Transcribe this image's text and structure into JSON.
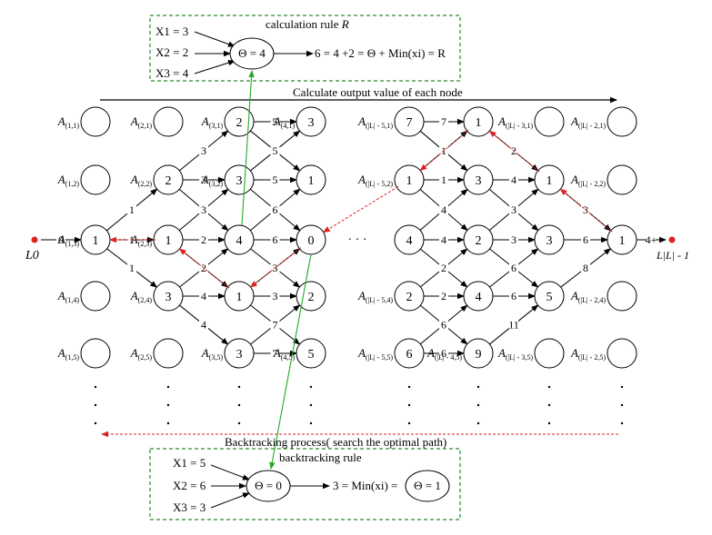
{
  "top_box": {
    "title": "calculation rule",
    "title_symbol": "R",
    "inputs": [
      "X1 = 3",
      "X2 = 2",
      "X3 = 4"
    ],
    "theta": "Θ = 4",
    "formula": "6 = 4 +2 = Θ + Min(xi) = R"
  },
  "bottom_box": {
    "title": "backtracking rule",
    "inputs": [
      "X1 = 5",
      "X2 = 6",
      "X3 = 3"
    ],
    "theta": "Θ = 0",
    "formula": "3 = Min(xi) =",
    "result": "Θ = 1"
  },
  "forward_label": "Calculate output value of each node",
  "backtrack_label": "Backtracking process( search the optimal path)",
  "start_label": "L0",
  "end_label": "L|L| - 1",
  "colors": {
    "box_border": "#2a8a2a",
    "green_arrow": "#22aa22",
    "red_path": "#dd2222",
    "node_stroke": "#000000"
  },
  "nodes": [
    {
      "id": "s11",
      "col": 1,
      "row": 1,
      "value": "",
      "label": "A(1,1)"
    },
    {
      "id": "s12",
      "col": 1,
      "row": 2,
      "value": "",
      "label": "A(1,2)"
    },
    {
      "id": "n13",
      "col": 1,
      "row": 3,
      "value": "1",
      "label": "A(1,3)"
    },
    {
      "id": "s14",
      "col": 1,
      "row": 4,
      "value": "",
      "label": "A(1,4)"
    },
    {
      "id": "s15",
      "col": 1,
      "row": 5,
      "value": "",
      "label": "A(1,5)"
    },
    {
      "id": "s21",
      "col": 2,
      "row": 1,
      "value": "",
      "label": "A(2,1)"
    },
    {
      "id": "n22",
      "col": 2,
      "row": 2,
      "value": "2",
      "label": "A(2,2)"
    },
    {
      "id": "n23",
      "col": 2,
      "row": 3,
      "value": "1",
      "label": "A(2,3)"
    },
    {
      "id": "n24",
      "col": 2,
      "row": 4,
      "value": "3",
      "label": "A(2,4)"
    },
    {
      "id": "s25",
      "col": 2,
      "row": 5,
      "value": "",
      "label": "A(2,5)"
    },
    {
      "id": "n31",
      "col": 3,
      "row": 1,
      "value": "2",
      "label": "A(3,1)"
    },
    {
      "id": "n32",
      "col": 3,
      "row": 2,
      "value": "3",
      "label": "A(3,2)"
    },
    {
      "id": "n33",
      "col": 3,
      "row": 3,
      "value": "4",
      "label": ""
    },
    {
      "id": "n34",
      "col": 3,
      "row": 4,
      "value": "1",
      "label": ""
    },
    {
      "id": "n35",
      "col": 3,
      "row": 5,
      "value": "3",
      "label": "A(3,5)"
    },
    {
      "id": "n41",
      "col": 4,
      "row": 1,
      "value": "3",
      "label": "A(4,1)"
    },
    {
      "id": "n42",
      "col": 4,
      "row": 2,
      "value": "1",
      "label": ""
    },
    {
      "id": "n43",
      "col": 4,
      "row": 3,
      "value": "0",
      "label": ""
    },
    {
      "id": "n44",
      "col": 4,
      "row": 4,
      "value": "2",
      "label": ""
    },
    {
      "id": "n45",
      "col": 4,
      "row": 5,
      "value": "5",
      "label": "A(4,5)"
    },
    {
      "id": "m51",
      "col": 5,
      "row": 1,
      "value": "7",
      "label": "A(|L| - 5,1)"
    },
    {
      "id": "m52",
      "col": 5,
      "row": 2,
      "value": "1",
      "label": "A(|L| - 5,2)"
    },
    {
      "id": "m53",
      "col": 5,
      "row": 3,
      "value": "4",
      "label": ""
    },
    {
      "id": "m54",
      "col": 5,
      "row": 4,
      "value": "2",
      "label": "A(|L| - 5,4)"
    },
    {
      "id": "m55",
      "col": 5,
      "row": 5,
      "value": "6",
      "label": "A(|L| - 5,5)"
    },
    {
      "id": "m41",
      "col": 6,
      "row": 1,
      "value": "1",
      "label": ""
    },
    {
      "id": "m42",
      "col": 6,
      "row": 2,
      "value": "3",
      "label": ""
    },
    {
      "id": "m43",
      "col": 6,
      "row": 3,
      "value": "2",
      "label": ""
    },
    {
      "id": "m44",
      "col": 6,
      "row": 4,
      "value": "4",
      "label": ""
    },
    {
      "id": "m45",
      "col": 6,
      "row": 5,
      "value": "9",
      "label": "A(|L| - 4,5)"
    },
    {
      "id": "s31",
      "col": 7,
      "row": 1,
      "value": "",
      "label": "A(|L| - 3,1)"
    },
    {
      "id": "m32",
      "col": 7,
      "row": 2,
      "value": "1",
      "label": ""
    },
    {
      "id": "m33",
      "col": 7,
      "row": 3,
      "value": "3",
      "label": ""
    },
    {
      "id": "m34",
      "col": 7,
      "row": 4,
      "value": "5",
      "label": ""
    },
    {
      "id": "s35",
      "col": 7,
      "row": 5,
      "value": "",
      "label": "A(|L| - 3,5)"
    },
    {
      "id": "s21b",
      "col": 8,
      "row": 1,
      "value": "",
      "label": "A(|L| - 2,1)"
    },
    {
      "id": "s22b",
      "col": 8,
      "row": 2,
      "value": "",
      "label": "A(|L| - 2,2)"
    },
    {
      "id": "m23",
      "col": 8,
      "row": 3,
      "value": "1",
      "label": ""
    },
    {
      "id": "s24b",
      "col": 8,
      "row": 4,
      "value": "",
      "label": "A(|L| - 2,4)"
    },
    {
      "id": "s25b",
      "col": 8,
      "row": 5,
      "value": "",
      "label": "A(|L| - 2,5)"
    }
  ],
  "edges": [
    {
      "from": "START",
      "to": "n13",
      "w": "0"
    },
    {
      "from": "n13",
      "to": "n22",
      "w": "1"
    },
    {
      "from": "n13",
      "to": "n23",
      "w": "1"
    },
    {
      "from": "n13",
      "to": "n24",
      "w": "1"
    },
    {
      "from": "n22",
      "to": "n31",
      "w": "3"
    },
    {
      "from": "n22",
      "to": "n32",
      "w": "3"
    },
    {
      "from": "n22",
      "to": "n33",
      "w": "2"
    },
    {
      "from": "n23",
      "to": "n32",
      "w": "3"
    },
    {
      "from": "n23",
      "to": "n33",
      "w": "2"
    },
    {
      "from": "n23",
      "to": "n34",
      "w": "3"
    },
    {
      "from": "n24",
      "to": "n33",
      "w": "2"
    },
    {
      "from": "n24",
      "to": "n34",
      "w": "4"
    },
    {
      "from": "n24",
      "to": "n35",
      "w": "4"
    },
    {
      "from": "n31",
      "to": "n41",
      "w": "5"
    },
    {
      "from": "n31",
      "to": "n42",
      "w": "5"
    },
    {
      "from": "n32",
      "to": "n41",
      "w": "5"
    },
    {
      "from": "n32",
      "to": "n42",
      "w": "5"
    },
    {
      "from": "n32",
      "to": "n43",
      "w": "6"
    },
    {
      "from": "n33",
      "to": "n42",
      "w": "6"
    },
    {
      "from": "n33",
      "to": "n43",
      "w": "6"
    },
    {
      "from": "n33",
      "to": "n44",
      "w": "3"
    },
    {
      "from": "n34",
      "to": "n43",
      "w": "3"
    },
    {
      "from": "n34",
      "to": "n44",
      "w": "3"
    },
    {
      "from": "n34",
      "to": "n45",
      "w": "7"
    },
    {
      "from": "n35",
      "to": "n44",
      "w": "7"
    },
    {
      "from": "n35",
      "to": "n45",
      "w": "7"
    },
    {
      "from": "m51",
      "to": "m41",
      "w": "7"
    },
    {
      "from": "m51",
      "to": "m42",
      "w": ""
    },
    {
      "from": "m52",
      "to": "m41",
      "w": "1"
    },
    {
      "from": "m52",
      "to": "m42",
      "w": "1"
    },
    {
      "from": "m52",
      "to": "m43",
      "w": "4"
    },
    {
      "from": "m53",
      "to": "m42",
      "w": "4"
    },
    {
      "from": "m53",
      "to": "m43",
      "w": "4"
    },
    {
      "from": "m53",
      "to": "m44",
      "w": "2"
    },
    {
      "from": "m54",
      "to": "m43",
      "w": "2"
    },
    {
      "from": "m54",
      "to": "m44",
      "w": "2"
    },
    {
      "from": "m54",
      "to": "m45",
      "w": "2"
    },
    {
      "from": "m55",
      "to": "m44",
      "w": "6"
    },
    {
      "from": "m55",
      "to": "m45",
      "w": "6"
    },
    {
      "from": "m41",
      "to": "m32",
      "w": "2"
    },
    {
      "from": "m42",
      "to": "m32",
      "w": "4"
    },
    {
      "from": "m42",
      "to": "m33",
      "w": "3"
    },
    {
      "from": "m43",
      "to": "m32",
      "w": "3"
    },
    {
      "from": "m43",
      "to": "m33",
      "w": "3"
    },
    {
      "from": "m43",
      "to": "m34",
      "w": "6"
    },
    {
      "from": "m44",
      "to": "m33",
      "w": "6"
    },
    {
      "from": "m44",
      "to": "m34",
      "w": "6"
    },
    {
      "from": "m45",
      "to": "m34",
      "w": "11"
    },
    {
      "from": "m32",
      "to": "m23",
      "w": "3"
    },
    {
      "from": "m33",
      "to": "m23",
      "w": "6"
    },
    {
      "from": "m34",
      "to": "m23",
      "w": "8"
    },
    {
      "from": "m23",
      "to": "END",
      "w": "4+"
    }
  ],
  "backtrack_edges": [
    [
      "m23",
      "m32"
    ],
    [
      "m32",
      "m41"
    ],
    [
      "m41",
      "m52"
    ],
    [
      "m52",
      "n43"
    ],
    [
      "n43",
      "n34"
    ],
    [
      "n34",
      "n23"
    ],
    [
      "n23",
      "n13"
    ]
  ],
  "ellipsis_dots": "· · ·"
}
